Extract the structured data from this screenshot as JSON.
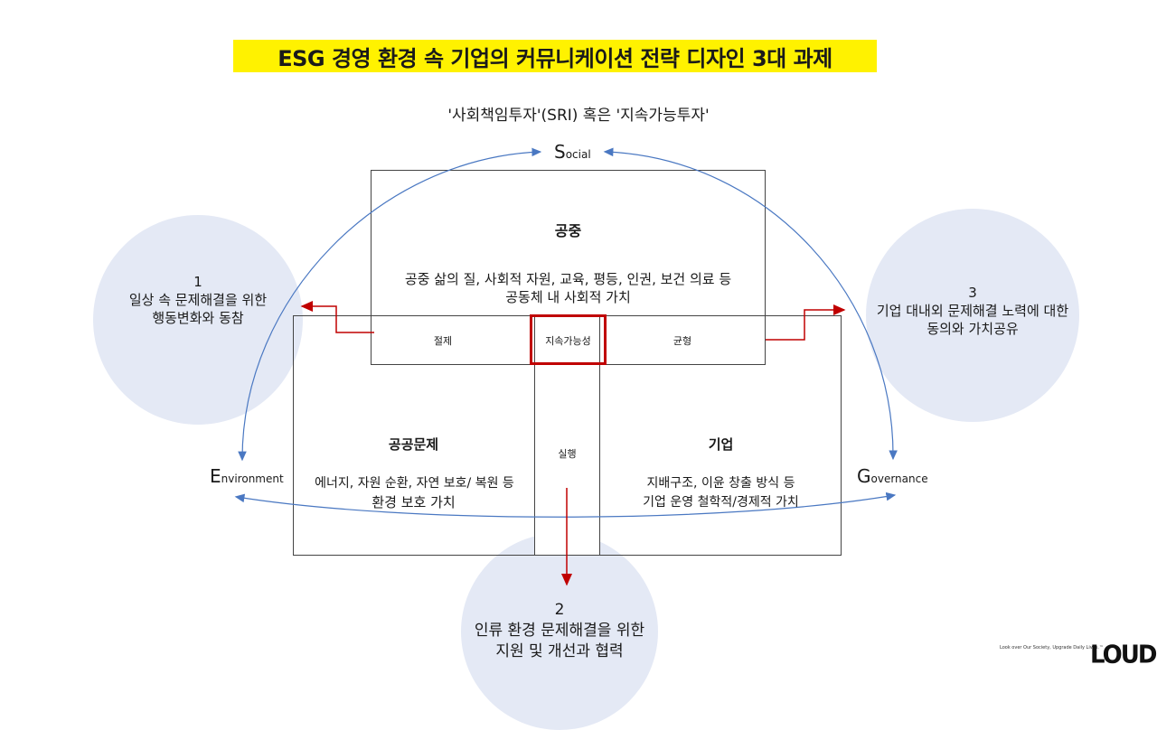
{
  "title": "ESG 경영 환경 속 기업의 커뮤니케이션 전략 디자인 3대 과제",
  "subtitle": "'사회책임투자'(SRI) 혹은 '지속가능투자'",
  "social": {
    "initial": "S",
    "rest": "ocial"
  },
  "environment": {
    "initial": "E",
    "rest": "nvironment"
  },
  "governance": {
    "initial": "G",
    "rest": "overnance"
  },
  "public_box": {
    "heading": "공중",
    "line1": "공중 삶의 질, 사회적 자원, 교육, 평등, 인권, 보건 의료 등",
    "line2": "공동체 내 사회적 가치"
  },
  "labels": {
    "restraint": "절제",
    "sustainability": "지속가능성",
    "balance": "균형",
    "execution": "실행"
  },
  "public_issue": {
    "heading": "공공문제",
    "line1": "에너지, 자원 순환, 자연 보호/ 복원 등",
    "line2": "환경 보호 가치"
  },
  "corporate": {
    "heading": "기업",
    "line1": "지배구조, 이윤 창출 방식  등",
    "line2": "기업 운영 철학적/경제적 가치"
  },
  "task1": {
    "number": "1",
    "line1": "일상 속 문제해결을 위한",
    "line2": "행동변화와 동참"
  },
  "task2": {
    "number": "2",
    "line1": "인류 환경 문제해결을 위한",
    "line2": "지원 및 개선과 협력"
  },
  "task3": {
    "number": "3",
    "line1": "기업 대내외 문제해결 노력에 대한",
    "line2": "동의와 가치공유"
  },
  "brand": {
    "tagline": "Look over Our Society, Upgrade Daily Lives.™",
    "logo": "LOUD"
  },
  "colors": {
    "title_highlight": "#fff200",
    "circle": "#e4e9f5",
    "arrow_red": "#c00000",
    "arrow_blue": "#4a78c2",
    "box_border": "#444444"
  }
}
